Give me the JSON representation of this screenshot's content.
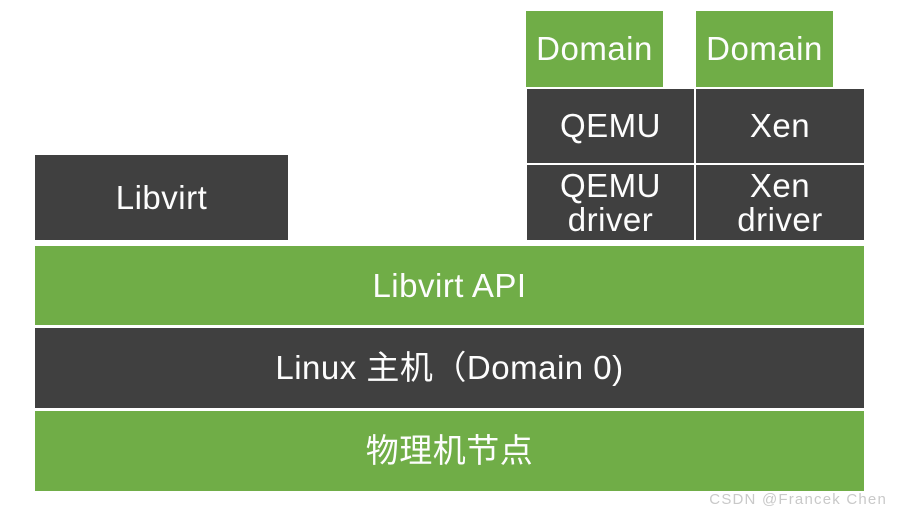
{
  "diagram": {
    "colors": {
      "block_green": "#70ad47",
      "block_dark_gray": "#404040",
      "label_text": "#fdfdfd",
      "watermark_text": "#c9c9c9",
      "background": "#ffffff"
    },
    "boxes": {
      "domain_left": {
        "label": "Domain"
      },
      "domain_right": {
        "label": "Domain"
      },
      "qemu": {
        "label": "QEMU"
      },
      "xen": {
        "label": "Xen"
      },
      "qemu_driver": {
        "line1": "QEMU",
        "line2": "driver"
      },
      "xen_driver": {
        "line1": "Xen",
        "line2": "driver"
      },
      "libvirt": {
        "label": "Libvirt"
      },
      "libvirt_api": {
        "label": "Libvirt API"
      },
      "linux_host": {
        "label": "Linux 主机（Domain 0)"
      },
      "physical_node": {
        "label": "物理机节点"
      }
    },
    "watermark": "CSDN @Francek Chen"
  }
}
